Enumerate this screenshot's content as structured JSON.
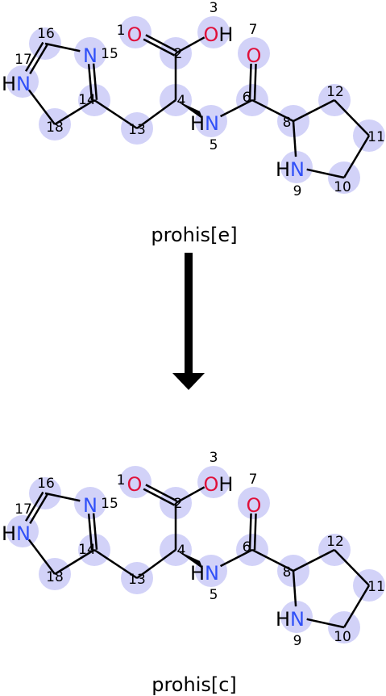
{
  "colors": {
    "highlight": "#d2d2f8",
    "bond": "#000000",
    "nitrogen": "#3050f8",
    "oxygen": "#e0103a",
    "text": "#000000",
    "arrow": "#000000"
  },
  "molecules": [
    {
      "name": "prohis[e]",
      "atoms": [
        {
          "idx": "1",
          "element": "O"
        },
        {
          "idx": "2",
          "element": "C"
        },
        {
          "idx": "3",
          "element": "OH"
        },
        {
          "idx": "4",
          "element": "C"
        },
        {
          "idx": "5",
          "element": "HN"
        },
        {
          "idx": "6",
          "element": "C"
        },
        {
          "idx": "7",
          "element": "O"
        },
        {
          "idx": "8",
          "element": "C"
        },
        {
          "idx": "9",
          "element": "HN"
        },
        {
          "idx": "10",
          "element": "C"
        },
        {
          "idx": "11",
          "element": "C"
        },
        {
          "idx": "12",
          "element": "C"
        },
        {
          "idx": "13",
          "element": "C"
        },
        {
          "idx": "14",
          "element": "C"
        },
        {
          "idx": "15",
          "element": "N"
        },
        {
          "idx": "16",
          "element": "C"
        },
        {
          "idx": "17",
          "element": "HN"
        },
        {
          "idx": "18",
          "element": "C"
        }
      ]
    },
    {
      "name": "prohis[c]",
      "atoms": [
        {
          "idx": "1",
          "element": "O"
        },
        {
          "idx": "2",
          "element": "C"
        },
        {
          "idx": "3",
          "element": "OH"
        },
        {
          "idx": "4",
          "element": "C"
        },
        {
          "idx": "5",
          "element": "HN"
        },
        {
          "idx": "6",
          "element": "C"
        },
        {
          "idx": "7",
          "element": "O"
        },
        {
          "idx": "8",
          "element": "C"
        },
        {
          "idx": "9",
          "element": "HN"
        },
        {
          "idx": "10",
          "element": "C"
        },
        {
          "idx": "11",
          "element": "C"
        },
        {
          "idx": "12",
          "element": "C"
        },
        {
          "idx": "13",
          "element": "C"
        },
        {
          "idx": "14",
          "element": "C"
        },
        {
          "idx": "15",
          "element": "N"
        },
        {
          "idx": "16",
          "element": "C"
        },
        {
          "idx": "17",
          "element": "HN"
        },
        {
          "idx": "18",
          "element": "C"
        }
      ]
    }
  ]
}
